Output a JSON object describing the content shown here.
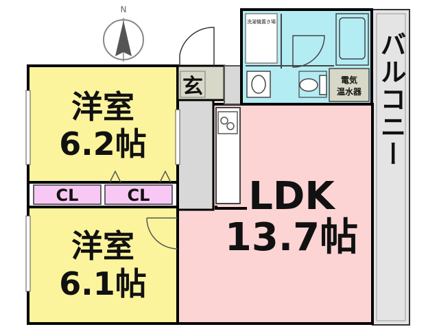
{
  "compass": {
    "north_label": "N"
  },
  "rooms": {
    "western_room_top": {
      "name": "洋室",
      "size": "6.2帖"
    },
    "western_room_bottom": {
      "name": "洋室",
      "size": "6.1帖"
    },
    "ldk": {
      "name": "LDK",
      "size": "13.7帖"
    },
    "closet_left": {
      "name": "CL"
    },
    "closet_right": {
      "name": "CL"
    },
    "entrance": {
      "name": "玄"
    },
    "balcony": {
      "name": "バルコニー"
    },
    "water_heater": {
      "line1": "電気",
      "line2": "温水器"
    },
    "washer_space": {
      "name": "洗濯機置き場"
    }
  },
  "colors": {
    "western_room": "#fcf49c",
    "ldk": "#fcd4d4",
    "closet": "#f8c8f4",
    "wet_area": "#b4ecf4",
    "entrance": "#d8d8c8",
    "corridor": "#d8d8d8",
    "balcony": "#e4e4e4"
  }
}
